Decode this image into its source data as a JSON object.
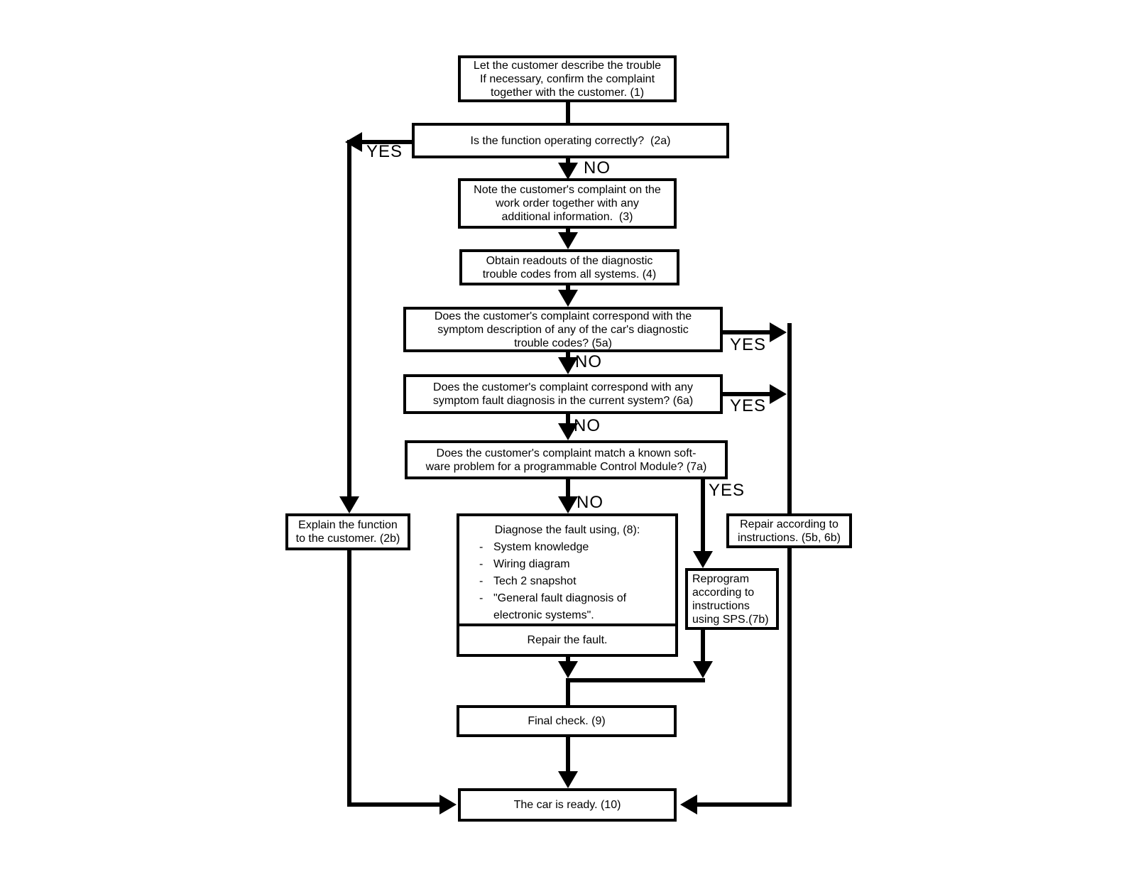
{
  "colors": {
    "ink": "#000000",
    "background": "#ffffff"
  },
  "labels": {
    "yes": "YES",
    "no": "NO"
  },
  "nodes": {
    "describe1": {
      "lines": [
        "Let the customer describe the trouble",
        "If necessary, confirm the complaint",
        "together with the customer. (1)"
      ]
    },
    "operating2a": {
      "lines": [
        "Is the function operating correctly?  (2a)"
      ]
    },
    "note3": {
      "lines": [
        "Note the customer's complaint on the",
        "work order together with any",
        "additional information.  (3)"
      ]
    },
    "obtain4": {
      "lines": [
        "Obtain readouts of the diagnostic",
        "trouble codes from all systems. (4)"
      ]
    },
    "q5a": {
      "lines": [
        "Does the customer's complaint correspond with the",
        "symptom description of any of the car's diagnostic",
        "trouble codes? (5a)"
      ]
    },
    "q6a": {
      "lines": [
        "Does the customer's complaint correspond with any",
        "symptom fault diagnosis in the current system? (6a)"
      ]
    },
    "q7a": {
      "lines": [
        "Does the customer's complaint match a known soft-",
        "ware problem for a programmable Control Module? (7a)"
      ]
    },
    "explain2b": {
      "lines": [
        "Explain the function",
        "to the customer. (2b)"
      ]
    },
    "diagnose8": {
      "title": "Diagnose the fault using, (8):",
      "dash": "-",
      "bullets": [
        "System knowledge",
        "Wiring diagram",
        "Tech 2 snapshot",
        "\"General fault diagnosis of electronic systems\"."
      ]
    },
    "repairFault": {
      "lines": [
        "Repair the fault."
      ]
    },
    "repair5b6b": {
      "lines": [
        "Repair according to",
        "instructions. (5b, 6b)"
      ]
    },
    "reprogram7b": {
      "lines": [
        "Reprogram",
        "according to",
        "instructions",
        "using SPS.(7b)"
      ]
    },
    "final9": {
      "lines": [
        "Final check. (9)"
      ]
    },
    "ready10": {
      "lines": [
        "The car is ready. (10)"
      ]
    }
  }
}
